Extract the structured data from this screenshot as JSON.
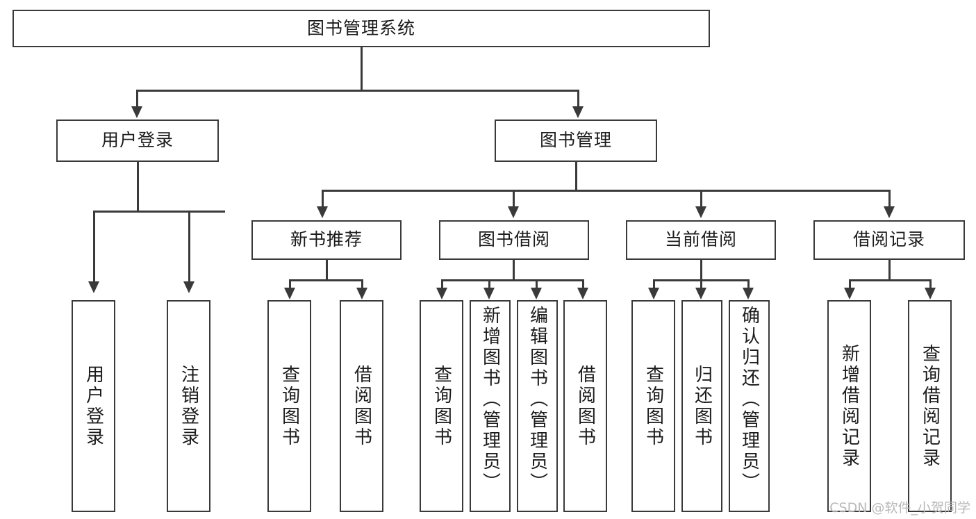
{
  "diagram": {
    "title": "图书管理系统",
    "type": "tree",
    "root": {
      "label": "图书管理系统"
    },
    "level2": [
      {
        "label": "用户登录"
      },
      {
        "label": "图书管理"
      }
    ],
    "level3": [
      {
        "label": "新书推荐"
      },
      {
        "label": "图书借阅"
      },
      {
        "label": "当前借阅"
      },
      {
        "label": "借阅记录"
      }
    ],
    "leaves": {
      "user_login": [
        {
          "label": "用户登录"
        },
        {
          "label": "注销登录"
        }
      ],
      "new_book_recommend": [
        {
          "label": "查询图书"
        },
        {
          "label": "借阅图书"
        }
      ],
      "book_borrow": [
        {
          "label": "查询图书"
        },
        {
          "label": "新增图书（管理员）"
        },
        {
          "label": "编辑图书（管理员）"
        },
        {
          "label": "借阅图书"
        }
      ],
      "current_borrow": [
        {
          "label": "查询图书"
        },
        {
          "label": "归还图书"
        },
        {
          "label": "确认归还（管理员）"
        }
      ],
      "borrow_record": [
        {
          "label": "新增借阅记录"
        },
        {
          "label": "查询借阅记录"
        }
      ]
    }
  },
  "watermark": {
    "text": "CSDN @软件_小贺同学"
  },
  "colors": {
    "stroke": "#3a3a3a",
    "text": "#1b1b1b",
    "background": "#ffffff",
    "watermark": "#b9b9b9"
  }
}
